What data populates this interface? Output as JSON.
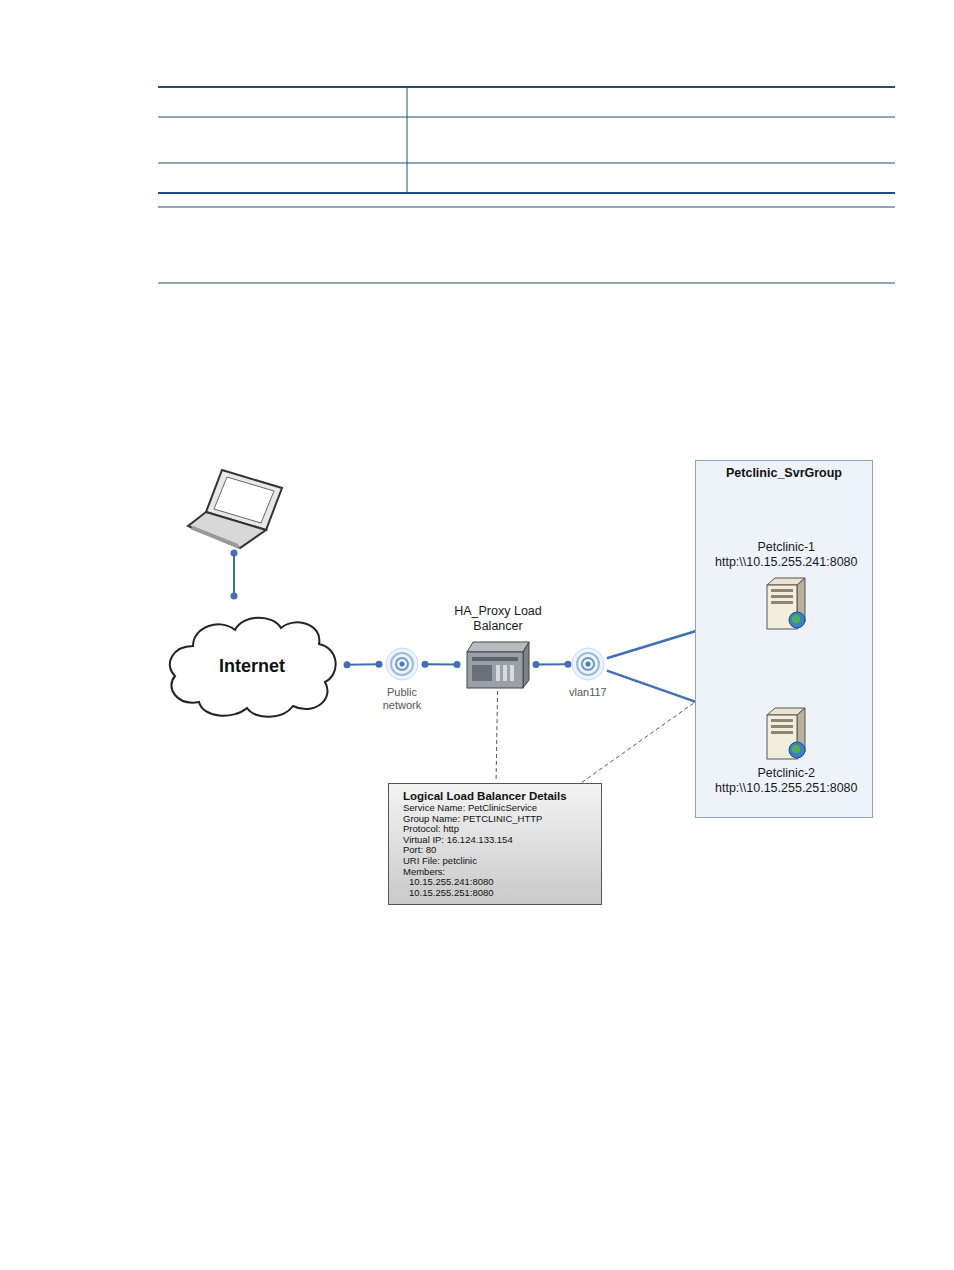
{
  "diagram": {
    "nodes": [
      {
        "text": [
          "Internet"
        ]
      },
      {
        "text": [
          "Public network"
        ]
      },
      {
        "text": [
          "HA_Proxy Load Balancer"
        ]
      },
      {
        "text": [
          "vlan117"
        ]
      },
      {
        "text": [
          "Petclinic_SvrGroup"
        ]
      },
      {
        "text": [
          "Petclinic-1",
          "http:\\\\10.15.255.241:8080"
        ],
        "in": 4
      },
      {
        "text": [
          "Petclinic-2",
          "http:\\\\10.15.255.251:8080"
        ],
        "in": 4
      },
      {
        "text": [
          "Logical Load Balancer Details",
          "Service Name: PetClinicService",
          "Group Name: PETCLINIC_HTTP",
          "Protocol: http",
          "Virtual IP: 16.124.133.154",
          "Port: 80",
          "URI File: petclinic",
          "Members:",
          "10.15.255.241:8080",
          "10.15.255.251:8080"
        ]
      }
    ],
    "edges": [
      {
        "from": 0,
        "to": 1,
        "arrow": "none"
      },
      {
        "from": 1,
        "to": 2,
        "arrow": "none"
      },
      {
        "from": 2,
        "to": 3,
        "arrow": "none"
      },
      {
        "from": 3,
        "to": 5,
        "arrow": "none"
      },
      {
        "from": 3,
        "to": 6,
        "arrow": "none"
      },
      {
        "from": 2,
        "to": 7,
        "arrow": "none"
      },
      {
        "from": 7,
        "to": 4,
        "arrow": "none"
      }
    ]
  }
}
